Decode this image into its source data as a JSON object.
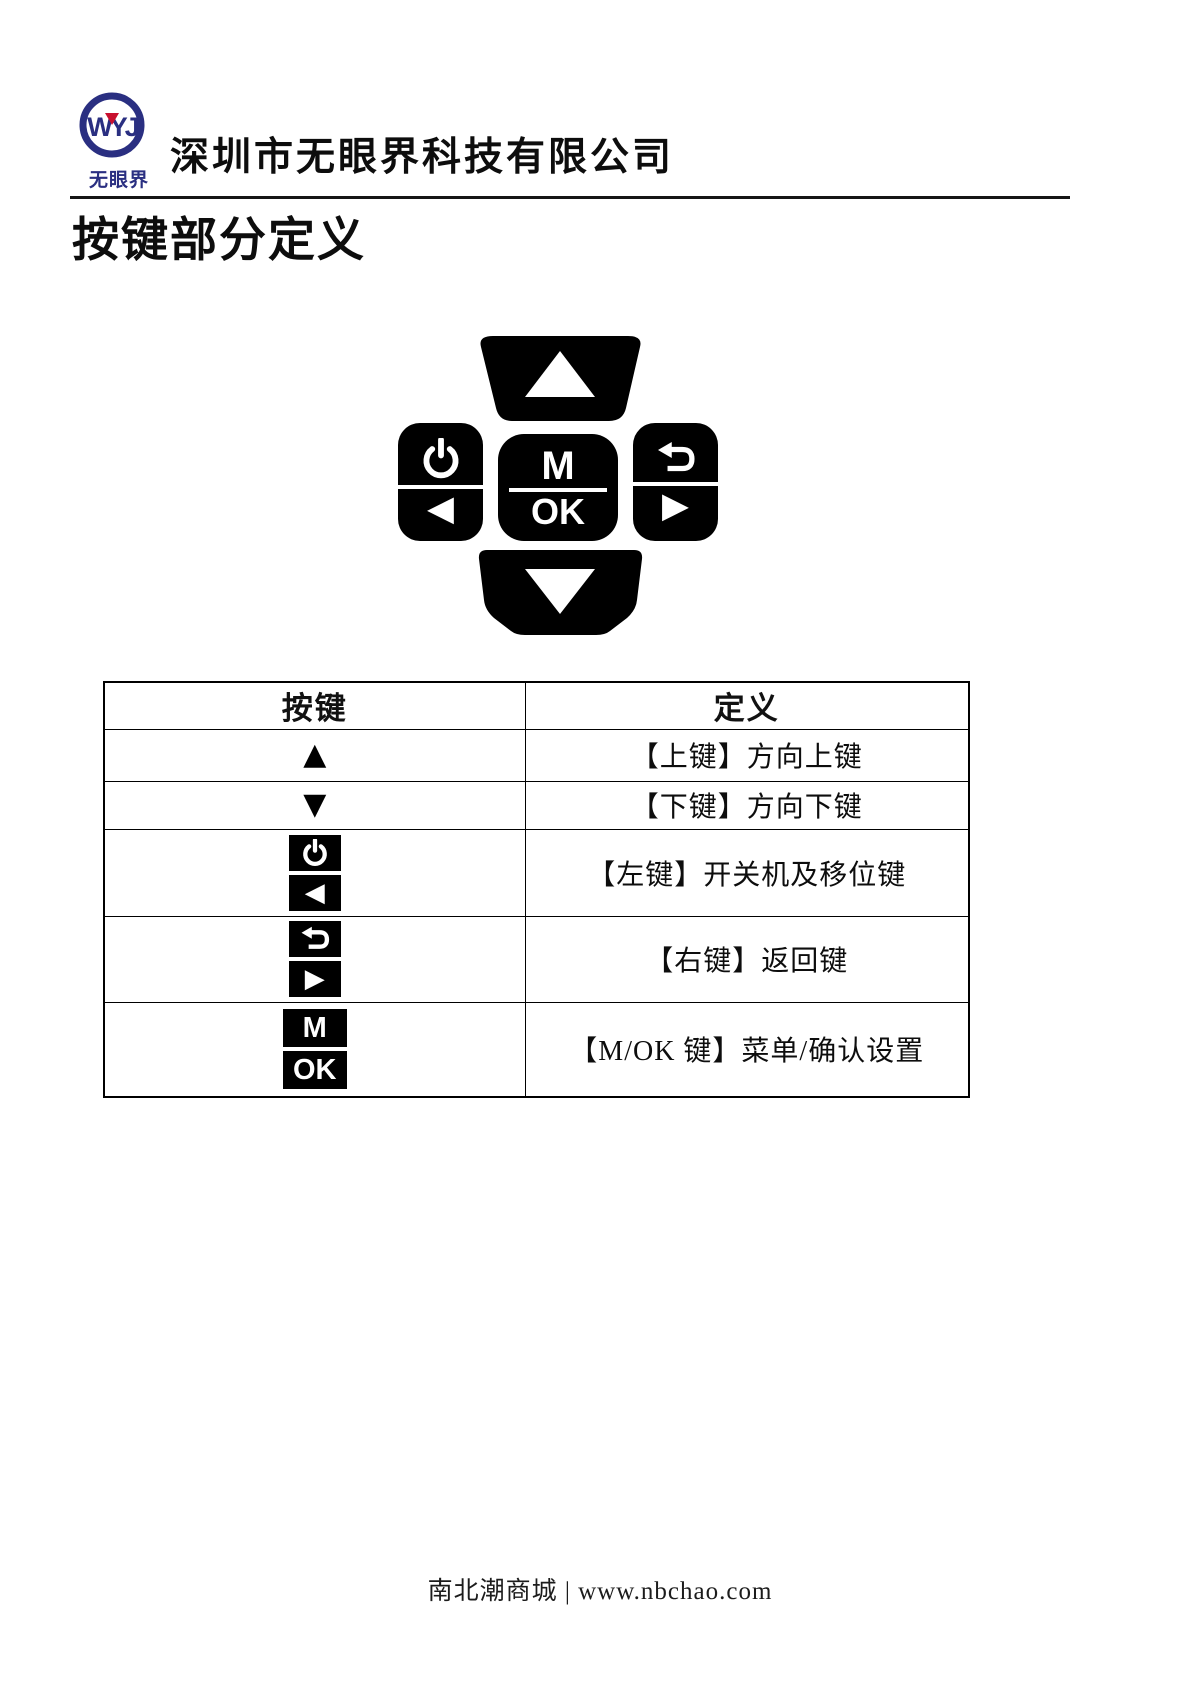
{
  "header": {
    "company_name": "深圳市无眼界科技有限公司",
    "logo": {
      "monogram": "WYJ",
      "wordmark": "无眼界",
      "navy_color": "#2a2f81",
      "red_color": "#c8102e"
    }
  },
  "section_title": "按键部分定义",
  "keypad": {
    "center_top_label": "M",
    "center_bottom_label": "OK",
    "icons": {
      "up": "▲",
      "down": "▼",
      "left": "◀",
      "right": "▶",
      "power": "power-icon",
      "return": "return-arrow-icon"
    },
    "key_color": "#000000"
  },
  "table": {
    "col_key_header": "按键",
    "col_def_header": "定义",
    "rows": [
      {
        "key_glyph": "▲",
        "definition": "【上键】方向上键"
      },
      {
        "key_glyph": "▼",
        "definition": "【下键】方向下键"
      },
      {
        "key_icon": "power-icon",
        "key_glyph": "◀",
        "definition": "【左键】开关机及移位键"
      },
      {
        "key_icon": "return-arrow-icon",
        "key_glyph": "▶",
        "definition": "【右键】返回键"
      },
      {
        "key_top": "M",
        "key_bottom": "OK",
        "definition": "【M/OK 键】菜单/确认设置"
      }
    ]
  },
  "footer": {
    "text": "南北潮商城 | www.nbchao.com"
  }
}
